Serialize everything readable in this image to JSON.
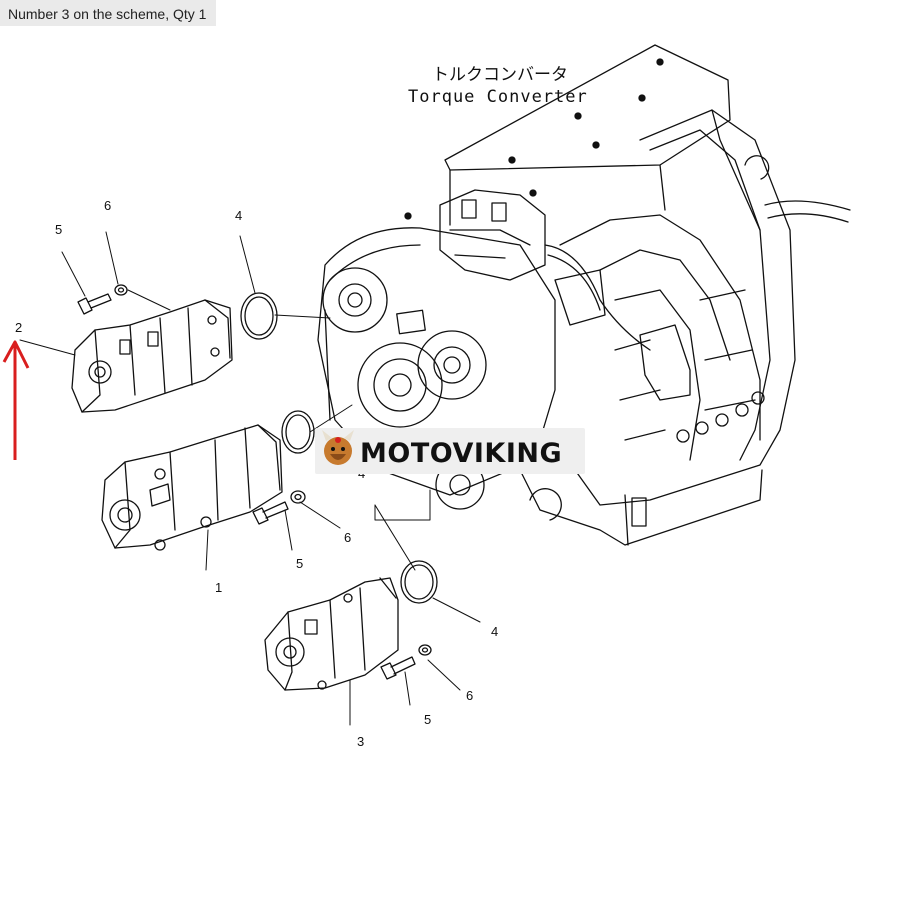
{
  "caption": "Number 3 on the scheme, Qty 1",
  "diagram": {
    "label_jp": "トルクコンバータ",
    "label_en": "Torque Converter",
    "callouts": {
      "c2": "2",
      "c5a": "5",
      "c6a": "6",
      "c4a": "4",
      "c1": "1",
      "c5b": "5",
      "c6b": "6",
      "c4b": "4",
      "c3": "3",
      "c5c": "5",
      "c6c": "6",
      "c4c": "4"
    },
    "arrow_color": "#d91e1e",
    "line_color": "#111111"
  },
  "watermark": {
    "text": "MOTOVIKING",
    "bg": "#efefef"
  }
}
